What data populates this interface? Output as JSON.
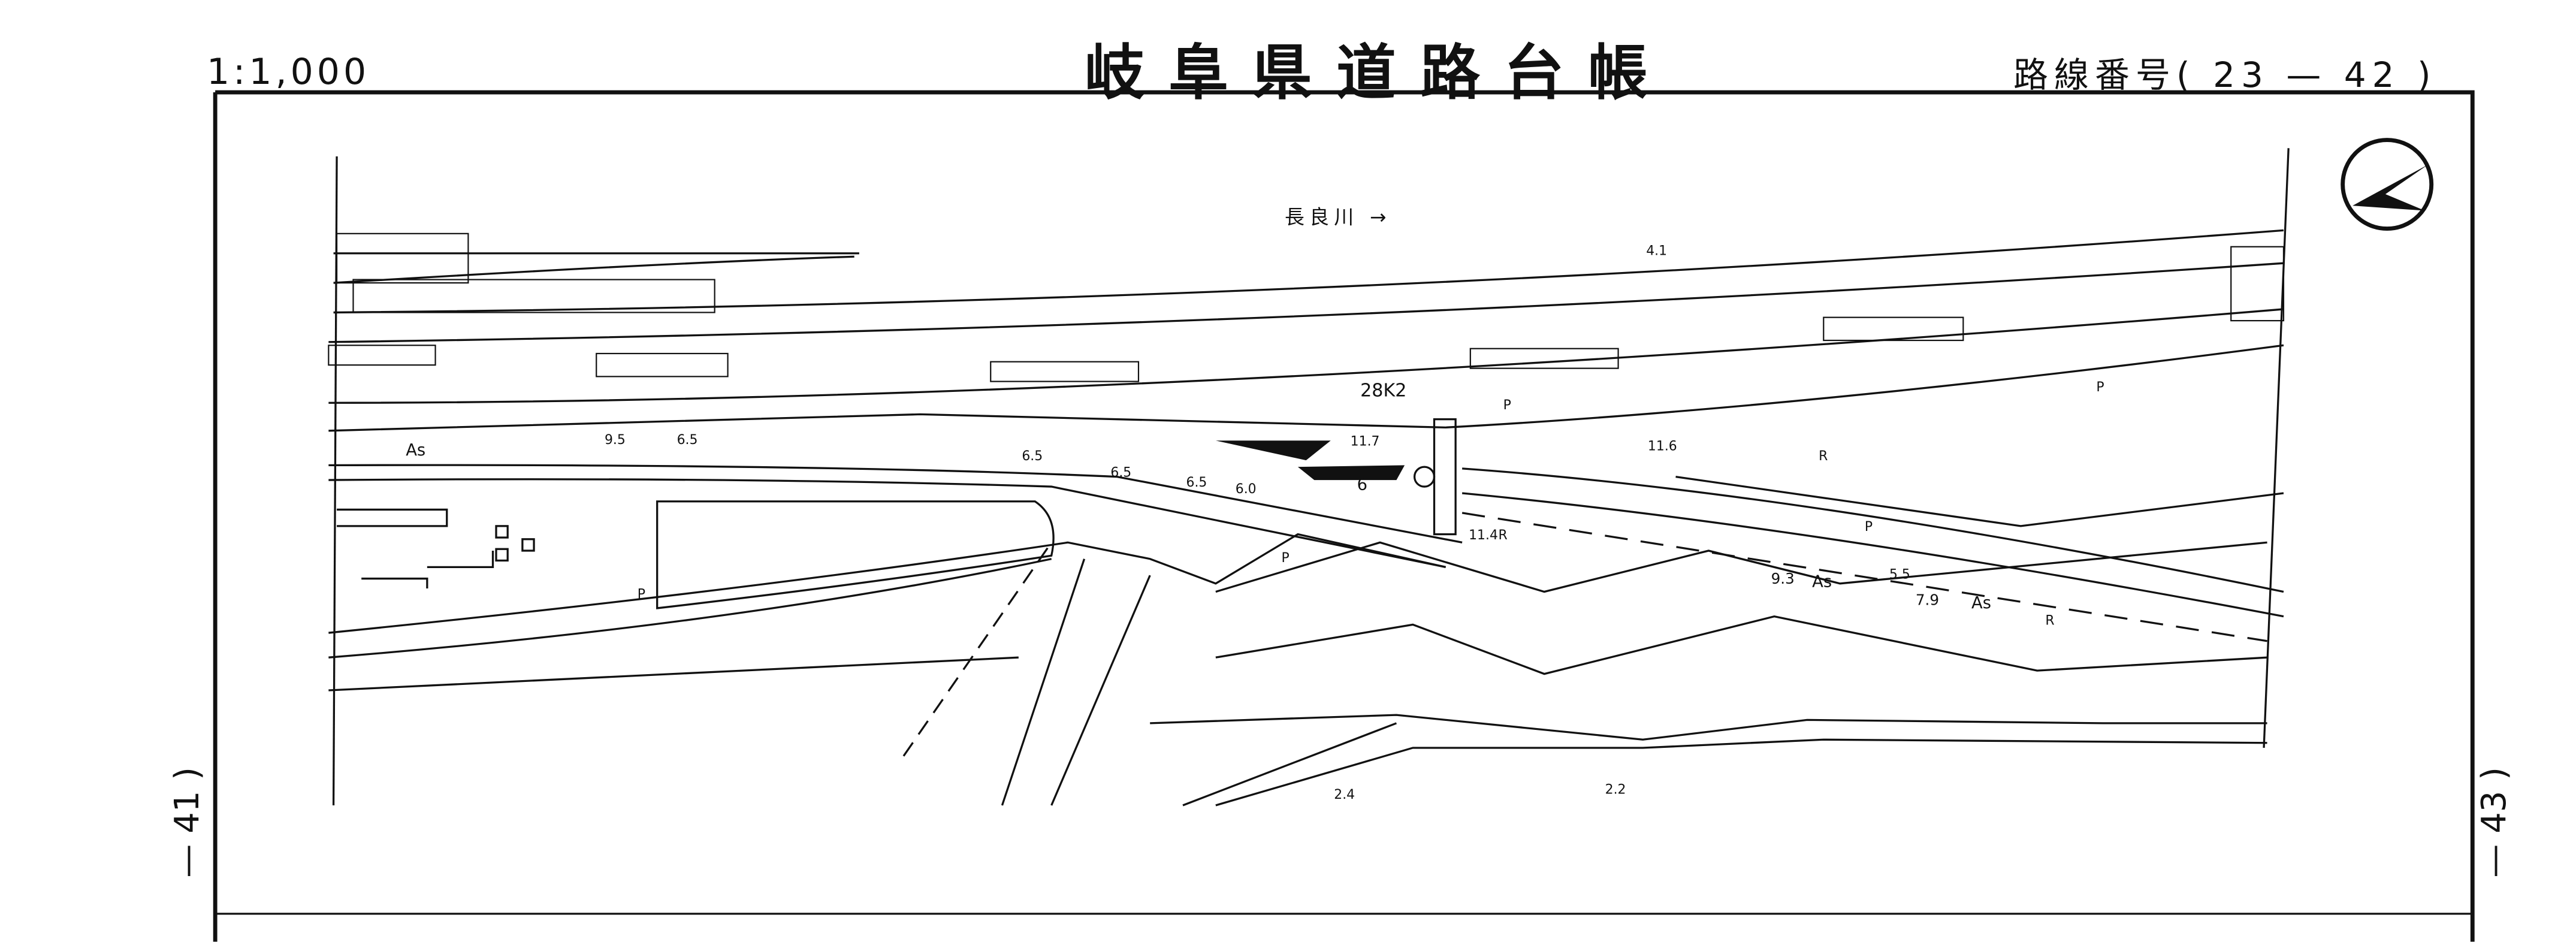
{
  "header": {
    "scale": "1:1,000",
    "title": "岐阜県道路台帳",
    "route_label": "路線番号",
    "route_open": "(",
    "route_from": "23",
    "route_dash": "—",
    "route_to": "42",
    "route_close": ")"
  },
  "sheet_links": {
    "left": "— 41 )",
    "right": "— 43 )"
  },
  "map": {
    "river_label": "長良川 →",
    "labels": {
      "elev_41": "4.1",
      "km_post": "28K2",
      "elev_117": "11.7",
      "elev_116": "11.6",
      "elev_114": "11.4",
      "as1": "As",
      "as2": "As",
      "as3": "As",
      "w95": "9.5",
      "w65a": "6.5",
      "w65b": "6.5",
      "w65c": "6.5",
      "w65d": "6.5",
      "w60": "6.0",
      "w6": "6",
      "w55": "5.5",
      "w93": "9.3",
      "w79": "7.9",
      "elev_24": "2.4",
      "elev_22": "2.2",
      "p": "P",
      "r": "R"
    }
  }
}
